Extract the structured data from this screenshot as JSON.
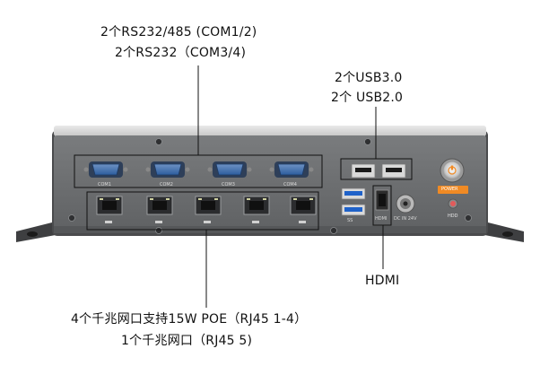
{
  "callouts": {
    "serial_line1": "2个RS232/485 (COM1/2)",
    "serial_line2": "2个RS232（COM3/4)",
    "usb_line1": "2个USB3.0",
    "usb_line2": "2个 USB2.0",
    "hdmi": "HDMI",
    "lan_line1": "4个千兆网口支持15W POE（RJ45 1-4）",
    "lan_line2": "1个千兆网口（RJ45 5)"
  },
  "panel_labels": {
    "com": [
      "COM1",
      "COM2",
      "COM3",
      "COM4"
    ],
    "power": "POWER",
    "hdd": "HDD",
    "hdmi_port": "HDMI",
    "dc_in": "DC IN 24V",
    "usb_ss": "SS"
  },
  "colors": {
    "chassis": "#6c6e70",
    "chassis_dark": "#3e3f41",
    "port_blue": "#2d5d9e",
    "usb3_blue": "#1f62c9",
    "power_orange": "#f08a24"
  }
}
